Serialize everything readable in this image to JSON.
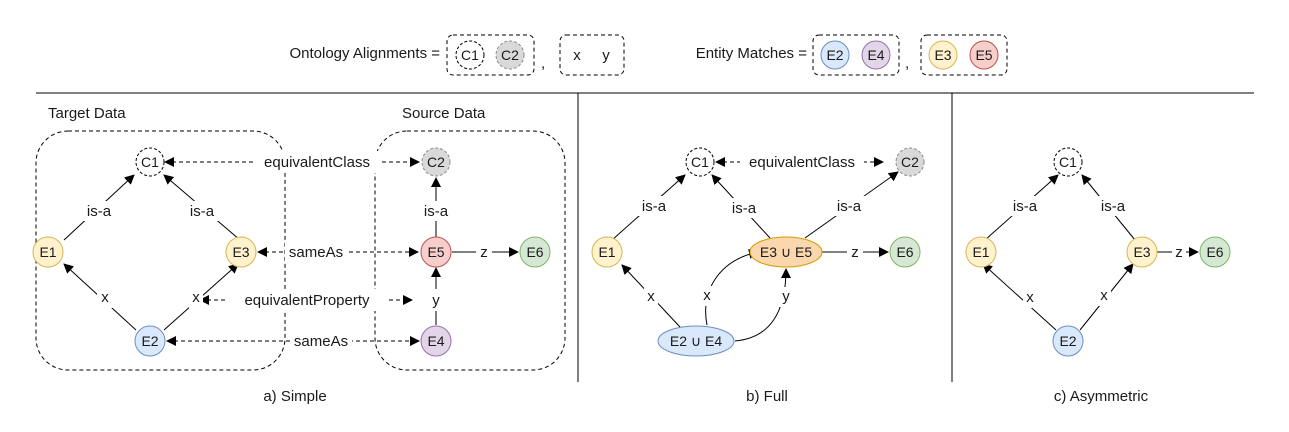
{
  "legend": {
    "ontology_label": "Ontology Alignments =",
    "ontology_items": [
      "C1",
      "C2"
    ],
    "ontology_pair": [
      "x",
      "y"
    ],
    "entity_label": "Entity Matches =",
    "entity_pairs": [
      [
        "E2",
        "E4"
      ],
      [
        "E3",
        "E5"
      ]
    ],
    "separator": ","
  },
  "colors": {
    "yellow_fill": "#fff2cc",
    "yellow_stroke": "#d6b656",
    "blue_fill": "#dae8fc",
    "blue_stroke": "#6c8ebf",
    "purple_fill": "#e1d5e7",
    "purple_stroke": "#9673a6",
    "red_fill": "#f8cecc",
    "red_stroke": "#b85450",
    "green_fill": "#d5e8d4",
    "green_stroke": "#82b366",
    "grey_fill": "#d9d9d9",
    "grey_stroke": "#8c8c8c",
    "orange_fill": "#fad7ac",
    "orange_stroke": "#d79b00",
    "white_fill": "#ffffff",
    "black_stroke": "#000000"
  },
  "panel_a": {
    "caption": "a) Simple",
    "target_title": "Target Data",
    "source_title": "Source Data",
    "nodes": {
      "c1": "C1",
      "c2": "C2",
      "e1": "E1",
      "e2": "E2",
      "e3": "E3",
      "e4": "E4",
      "e5": "E5",
      "e6": "E6"
    },
    "edge_labels": {
      "isa": "is-a",
      "x": "x",
      "y": "y",
      "z": "z"
    },
    "cross_labels": [
      "equivalentClass",
      "sameAs",
      "equivalentProperty",
      "sameAs"
    ]
  },
  "panel_b": {
    "caption": "b) Full",
    "nodes": {
      "c1": "C1",
      "c2": "C2",
      "e1": "E1",
      "e35": "E3 ∪ E5",
      "e24": "E2 ∪ E4",
      "e6": "E6"
    },
    "edge_labels": {
      "isa": "is-a",
      "x": "x",
      "y": "y",
      "z": "z"
    },
    "cross_labels": [
      "equivalentClass"
    ]
  },
  "panel_c": {
    "caption": "c) Asymmetric",
    "nodes": {
      "c1": "C1",
      "e1": "E1",
      "e2": "E2",
      "e3": "E3",
      "e6": "E6"
    },
    "edge_labels": {
      "isa": "is-a",
      "x": "x",
      "z": "z"
    }
  }
}
